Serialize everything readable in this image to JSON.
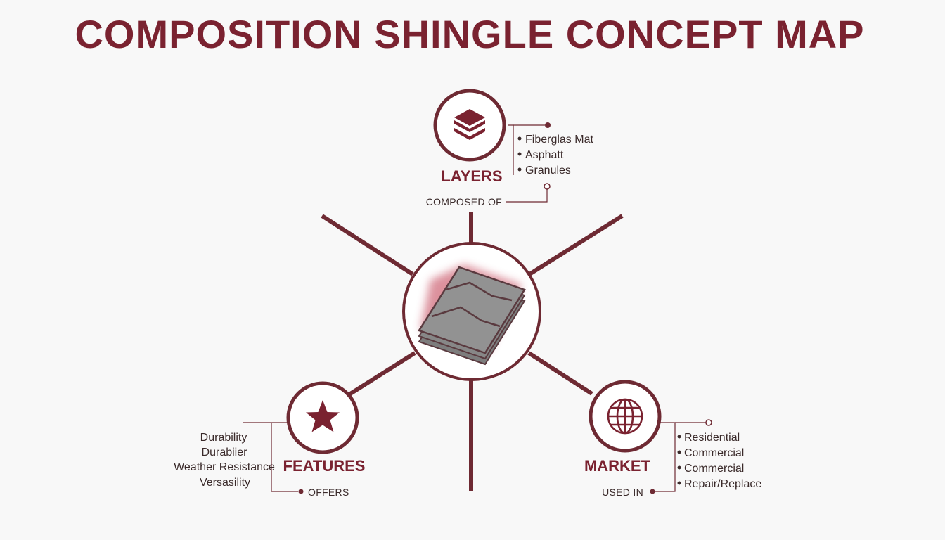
{
  "title": "COMPOSITION SHINGLE CONCEPT MAP",
  "colors": {
    "accent": "#7a2230",
    "line": "#6e2a33",
    "background": "#f8f8f8",
    "text": "#3a2a2a",
    "shingle": "#8e8e8e"
  },
  "center": {
    "icon": "shingle-stack-icon"
  },
  "nodes": {
    "layers": {
      "label": "LAYERS",
      "icon": "layers-icon",
      "relation": "COMPOSED OF",
      "items": [
        "Fiberglas Mat",
        "Asphatt",
        "Granules"
      ]
    },
    "features": {
      "label": "FEATURES",
      "icon": "star-icon",
      "relation": "OFFERS",
      "items": [
        "Durability",
        "Durabiier",
        "Weather Resistance",
        "Versasility"
      ]
    },
    "market": {
      "label": "MARKET",
      "icon": "globe-icon",
      "relation": "USED IN",
      "items": [
        "Residential",
        "Commercial",
        "Commercial",
        "Repair/Replace"
      ]
    }
  }
}
